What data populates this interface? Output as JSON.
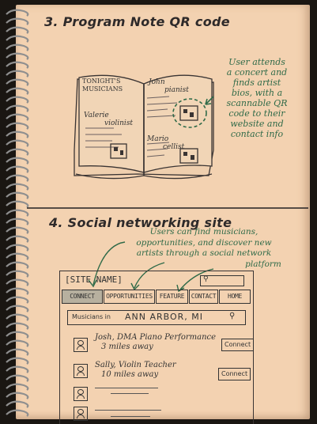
{
  "section3": {
    "heading": "3. Program Note QR code",
    "book_left_title_1": "TONIGHT'S",
    "book_left_title_2": "MUSICIANS",
    "book_left_name": "Valerie",
    "book_left_role": "violinist",
    "book_right_name_1": "John",
    "book_right_role_1": "pianist",
    "book_right_name_2": "Mario",
    "book_right_role_2": "cellist",
    "note": [
      "User attends",
      "a concert and",
      "finds artist",
      "bios, with a",
      "scannable QR",
      "code to their",
      "website and",
      "contact info"
    ]
  },
  "section4": {
    "heading": "4. Social networking site",
    "note": [
      "Users can find musicians,",
      "opportunities, and discover new",
      "artists through a social network",
      "platform"
    ],
    "site_name": "[SITE NAME]",
    "nav": [
      "CONNECT",
      "OPPORTUNITIES",
      "FEATURE",
      "CONTACT",
      "HOME"
    ],
    "location_prefix": "Musicians in",
    "location": "ANN ARBOR, MI",
    "people": [
      {
        "line1": "Josh, DMA Piano Performance",
        "line2": "3 miles away",
        "action": "Connect"
      },
      {
        "line1": "Sally, Violin Teacher",
        "line2": "10 miles away",
        "action": "Connect"
      }
    ]
  },
  "colors": {
    "paper": "#f3d2b1",
    "ink": "#2e2a2a",
    "green_ink": "#2f6a48",
    "background": "#1a1612"
  }
}
